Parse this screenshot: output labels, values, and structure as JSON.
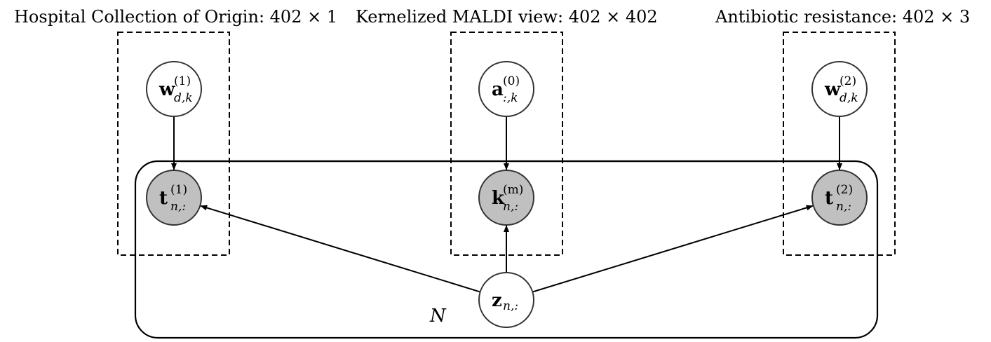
{
  "views": [
    {
      "title": "Hospital Collection of Origin: 402 × 1"
    },
    {
      "title": "Kernelized MALDI view: 402 × 402"
    },
    {
      "title": "Antibiotic resistance: 402 × 3"
    }
  ],
  "nodes": {
    "w1": {
      "base": "w",
      "sup": "(1)",
      "sub": "d,k",
      "observed": false
    },
    "a0": {
      "base": "a",
      "sup": "(0)",
      "sub": ":,k",
      "observed": false
    },
    "w2": {
      "base": "w",
      "sup": "(2)",
      "sub": "d,k",
      "observed": false
    },
    "t1": {
      "base": "t",
      "sup": "(1)",
      "sub": "n,:",
      "observed": true
    },
    "km": {
      "base": "k",
      "sup": "(m)",
      "sub": "n,:",
      "observed": true
    },
    "t2": {
      "base": "t",
      "sup": "(2)",
      "sub": "n,:",
      "observed": true
    },
    "z": {
      "base": "z",
      "sup": "",
      "sub": "n,:",
      "observed": false
    }
  },
  "plate": {
    "label": "N"
  },
  "edges": [
    {
      "from": "w1",
      "to": "t1"
    },
    {
      "from": "a0",
      "to": "km"
    },
    {
      "from": "w2",
      "to": "t2"
    },
    {
      "from": "z",
      "to": "t1"
    },
    {
      "from": "z",
      "to": "km"
    },
    {
      "from": "z",
      "to": "t2"
    }
  ]
}
